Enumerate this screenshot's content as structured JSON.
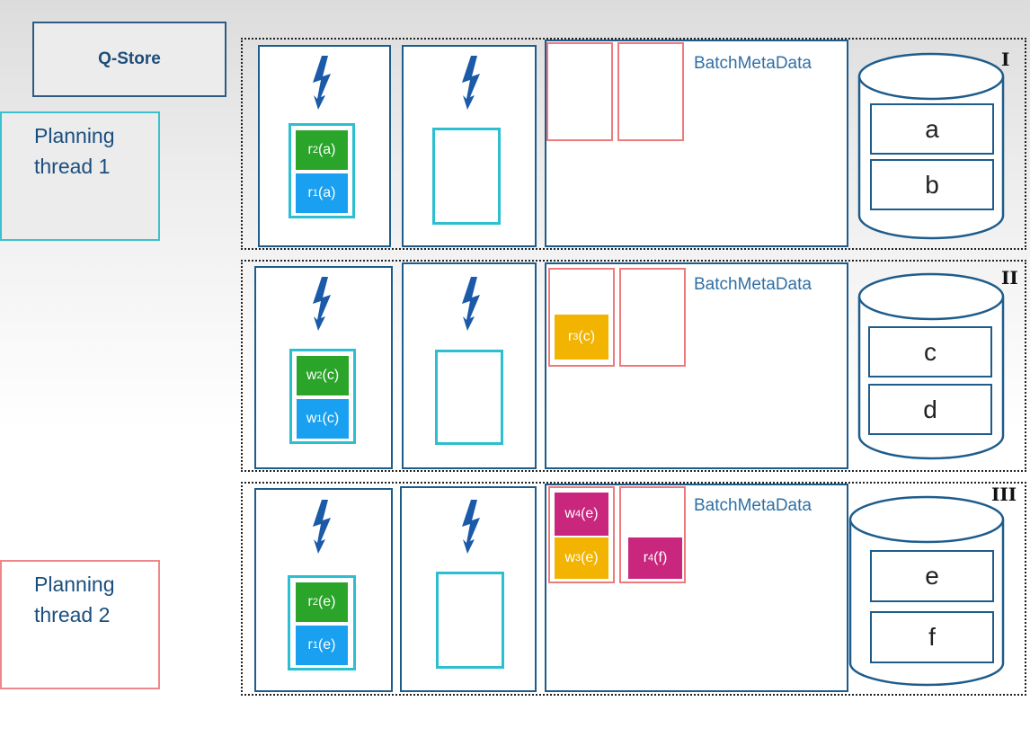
{
  "qstore": {
    "label": "Q-Store"
  },
  "planning_threads": [
    {
      "line1": "Planning",
      "line2": "thread 1"
    },
    {
      "line1": "Planning",
      "line2": "thread 2"
    }
  ],
  "batch_label": "BatchMetaData",
  "partitions": [
    {
      "roman": "I",
      "queue1": [
        {
          "op": "r",
          "sub": "2",
          "key": "(a)",
          "color": "green"
        },
        {
          "op": "r",
          "sub": "1",
          "key": "(a)",
          "color": "blue"
        }
      ],
      "batches": [
        [],
        []
      ],
      "storage": [
        "a",
        "b"
      ]
    },
    {
      "roman": "II",
      "queue1": [
        {
          "op": "w",
          "sub": "2",
          "key": "(c)",
          "color": "green"
        },
        {
          "op": "w",
          "sub": "1",
          "key": "(c)",
          "color": "blue"
        }
      ],
      "batches": [
        [
          {
            "op": "r",
            "sub": "3",
            "key": "(c)",
            "color": "orange"
          }
        ],
        []
      ],
      "storage": [
        "c",
        "d"
      ]
    },
    {
      "roman": "III",
      "queue1": [
        {
          "op": "r",
          "sub": "2",
          "key": "(e)",
          "color": "green"
        },
        {
          "op": "r",
          "sub": "1",
          "key": "(e)",
          "color": "blue"
        }
      ],
      "batches": [
        [
          {
            "op": "w",
            "sub": "4",
            "key": "(e)",
            "color": "magenta"
          },
          {
            "op": "w",
            "sub": "3",
            "key": "(e)",
            "color": "orange"
          }
        ],
        [
          {
            "op": "r",
            "sub": "4",
            "key": "(f)",
            "color": "magenta"
          }
        ]
      ],
      "storage": [
        "e",
        "f"
      ]
    }
  ],
  "colors": {
    "green": "#2aa52a",
    "blue": "#1aa0f0",
    "orange": "#f2b400",
    "magenta": "#c9267e",
    "queue_border": "#2cbfd0",
    "batch_border": "#ee7b7b",
    "frame": "#1e5c8c"
  }
}
